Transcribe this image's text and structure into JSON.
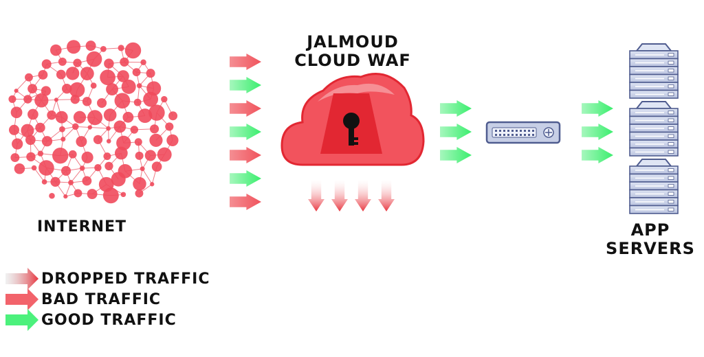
{
  "waf": {
    "title_line1": "JALMOUD",
    "title_line2": "CLOUD WAF"
  },
  "internet": {
    "label": "INTERNET"
  },
  "servers": {
    "label_line1": "APP",
    "label_line2": "SERVERS"
  },
  "legend": [
    {
      "key": "dropped",
      "label": "DROPPED TRAFFIC"
    },
    {
      "key": "bad",
      "label": "BAD TRAFFIC"
    },
    {
      "key": "good",
      "label": "GOOD TRAFFIC"
    }
  ],
  "colors": {
    "bad": "#f2636b",
    "good": "#4cf17c",
    "dropped_red": "#e8363f",
    "cloud": "#f2535d",
    "cloud_dark": "#e22732",
    "node": "#f04a5c",
    "link": "#f07c88",
    "server_face": "#c7cfe6",
    "server_edge": "#4f5c8f"
  },
  "incoming_arrows": [
    "bad",
    "good",
    "bad",
    "good",
    "bad",
    "good",
    "bad"
  ],
  "dropped_arrow_count": 4,
  "waf_to_switch_arrows": [
    "good",
    "good",
    "good"
  ],
  "switch_to_server_arrows": [
    "good",
    "good",
    "good"
  ],
  "server_count": 3
}
